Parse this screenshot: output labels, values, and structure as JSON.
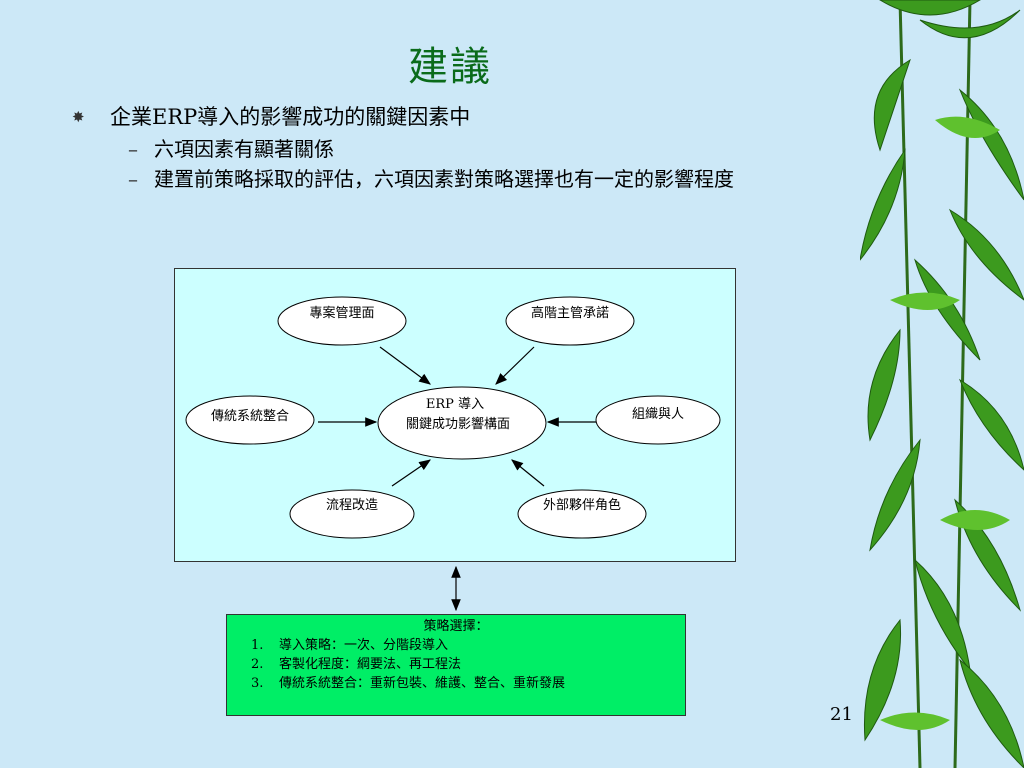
{
  "slide": {
    "title": "建議",
    "bullet1": "企業ERP導入的影響成功的關鍵因素中",
    "sub1": "六項因素有顯著關係",
    "sub2": "建置前策略採取的評估，六項因素對策略選擇也有一定的影響程度",
    "page_number": "21"
  },
  "diagram": {
    "center_line1": "ERP 導入",
    "center_line2": "關鍵成功影響構面",
    "nodes": {
      "project": "專案管理面",
      "exec": "高階主管承諾",
      "legacy": "傳統系統整合",
      "org": "組織與人",
      "process": "流程改造",
      "partner": "外部夥伴角色"
    }
  },
  "strategy": {
    "heading": "策略選擇：",
    "items": [
      {
        "num": "1.",
        "text": "導入策略：一次、分階段導入"
      },
      {
        "num": "2.",
        "text": "客製化程度：綱要法、再工程法"
      },
      {
        "num": "3.",
        "text": "傳統系統整合：重新包裝、維護、整合、重新發展"
      }
    ]
  },
  "colors": {
    "background": "#cce8f7",
    "title": "#0a6b1a",
    "diagram_fill": "#ccffff",
    "strategy_fill": "#00ee66"
  }
}
